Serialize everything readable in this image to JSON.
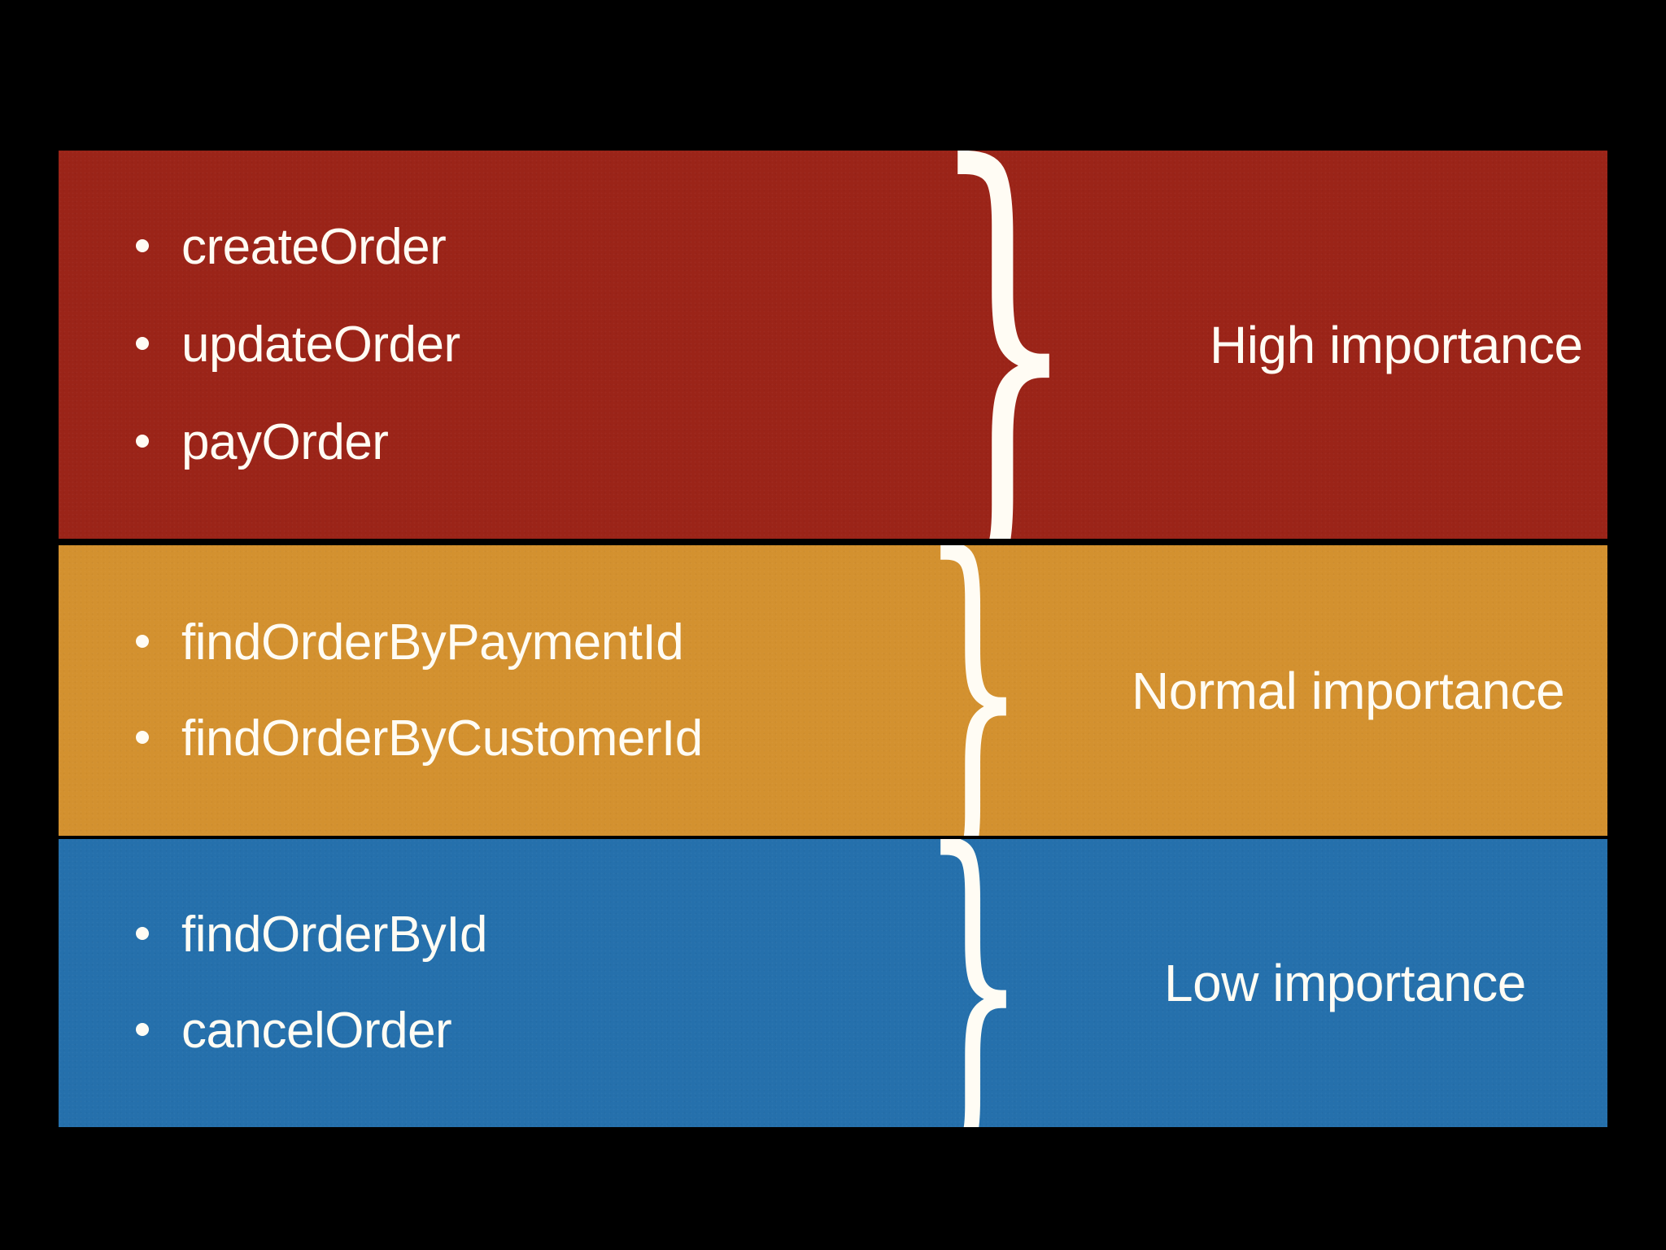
{
  "slide": {
    "background_color": "#000000",
    "text_color": "#FFFCF4",
    "bullet_glyph": "bullet-dot",
    "brace_glyph": "}"
  },
  "bands": [
    {
      "id": "high",
      "color": "#9B2418",
      "importance_label": "High importance",
      "brace": "}",
      "items": [
        {
          "label": "createOrder"
        },
        {
          "label": "updateOrder"
        },
        {
          "label": "payOrder"
        }
      ]
    },
    {
      "id": "normal",
      "color": "#D3912F",
      "importance_label": "Normal importance",
      "brace": "}",
      "items": [
        {
          "label": "findOrderByPaymentId"
        },
        {
          "label": "findOrderByCustomerId"
        }
      ]
    },
    {
      "id": "low",
      "color": "#2570AC",
      "importance_label": "Low importance",
      "brace": "}",
      "items": [
        {
          "label": "findOrderById"
        },
        {
          "label": "cancelOrder"
        }
      ]
    }
  ]
}
